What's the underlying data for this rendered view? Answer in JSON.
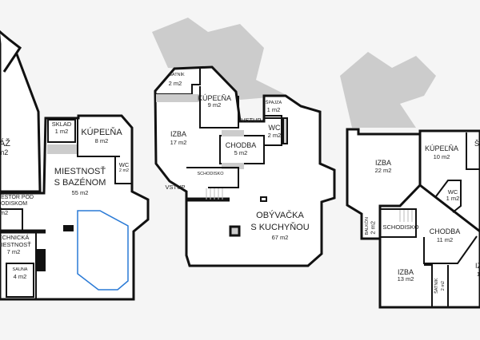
{
  "colors": {
    "wall": "#111111",
    "shadow": "#cccccc",
    "pool": "#2a7ad6",
    "background": "#f5f5f5",
    "floor": "#ffffff"
  },
  "plans": [
    {
      "rooms": [
        {
          "name": "ÁŽ",
          "area": "m2"
        },
        {
          "name": "SKLAD",
          "area": "1 m2"
        },
        {
          "name": "KÚPEĽŇA",
          "area": "8 m2"
        },
        {
          "name": "WC",
          "area": "2 m2"
        },
        {
          "name": "MIESTNOSŤ",
          "name2": "S BAZÉNOM",
          "area": "55 m2"
        },
        {
          "name": "ESTOR POD",
          "name2": "ODISKOM",
          "area": "m2"
        },
        {
          "name": "ECHNICKÁ",
          "name2": "MIESTNOSŤ",
          "area": "7 m2"
        },
        {
          "name": "SAUNA",
          "area": "4 m2"
        }
      ]
    },
    {
      "rooms": [
        {
          "name": "ŠATNÍK",
          "area": "2 m2"
        },
        {
          "name": "KÚPEĽŇA",
          "area": "9 m2"
        },
        {
          "name": "IZBA",
          "area": "17 m2"
        },
        {
          "name": "VSTUP"
        },
        {
          "name": "ŠPAJZA",
          "area": "1 m2"
        },
        {
          "name": "WC",
          "area": "2 m2"
        },
        {
          "name": "CHODBA",
          "area": "5 m2"
        },
        {
          "name": "SCHODISKO"
        },
        {
          "name": "VSTUP"
        },
        {
          "name": "OBÝVAČKA",
          "name2": "S KUCHYŇOU",
          "area": "67 m2"
        }
      ]
    },
    {
      "rooms": [
        {
          "name": "IZBA",
          "area": "22 m2"
        },
        {
          "name": "KÚPEĽŇA",
          "area": "10 m2"
        },
        {
          "name": "WC",
          "area": "1 m2"
        },
        {
          "name": "BALKÓN",
          "area": "2 m2"
        },
        {
          "name": "SCHODISKO"
        },
        {
          "name": "CHODBA",
          "area": "11 m2"
        },
        {
          "name": "IZBA",
          "area": "13 m2"
        },
        {
          "name": "ŠATNÍK",
          "area": "2 m2"
        },
        {
          "name": "IZ",
          "area": "1"
        },
        {
          "name": "Š"
        }
      ]
    }
  ]
}
